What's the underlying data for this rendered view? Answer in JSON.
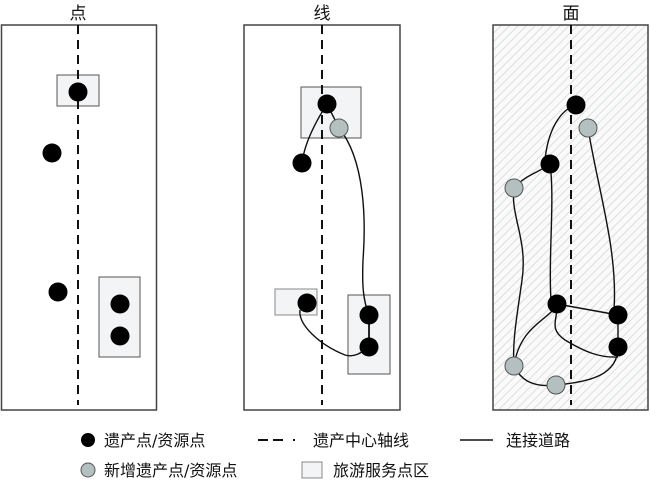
{
  "panels": [
    {
      "title": "点"
    },
    {
      "title": "线"
    },
    {
      "title": "面"
    }
  ],
  "legend": {
    "heritage_point": "遗产点/资源点",
    "axis": "遗产中心轴线",
    "road": "连接道路",
    "new_point": "新增遗产点/资源点",
    "service_area": "旅游服务点区"
  },
  "colors": {
    "heritage_point": "#000000",
    "new_point": "#b4c0c0",
    "service_area": "#f2f4f5",
    "hatch": "#d8dcdc",
    "border": "#3a3a3a"
  }
}
